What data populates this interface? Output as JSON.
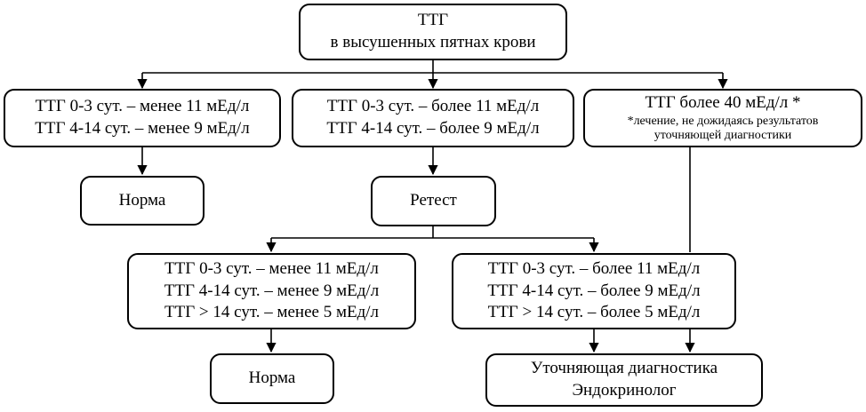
{
  "root": {
    "line1": "ТТГ",
    "line2": "в высушенных  пятнах крови"
  },
  "level1": {
    "left": {
      "line1": "ТТГ 0-3 сут. – менее 11 мЕд/л",
      "line2": "ТТГ 4-14 сут. – менее 9 мЕд/л"
    },
    "middle": {
      "line1": "ТТГ 0-3 сут. –  более 11 мЕд/л",
      "line2": "ТТГ 4-14 сут. – более 9 мЕд/л"
    },
    "right": {
      "line1": "ТТГ более 40 мЕд/л *",
      "note1": "*лечение,  не дожидаясь результатов",
      "note2": "уточняющей  диагностики"
    }
  },
  "norma_top": "Норма",
  "retest": "Ретест",
  "level2": {
    "left": {
      "line1": "ТТГ 0-3 сут. –  менее 11 мЕд/л",
      "line2": "ТТГ 4-14 сут. – менее 9 мЕд/л",
      "line3": "ТТГ > 14 сут. – менее 5 мЕд/л"
    },
    "right": {
      "line1": "ТТГ 0-3 сут. –  более 11 мЕд/л",
      "line2": "ТТГ 4-14 сут. – более 9 мЕд/л",
      "line3": "ТТГ > 14 сут. – более 5 мЕд/л"
    }
  },
  "norma_bottom": "Норма",
  "final": {
    "line1": "Уточняющая диагностика",
    "line2": "Эндокринолог"
  }
}
